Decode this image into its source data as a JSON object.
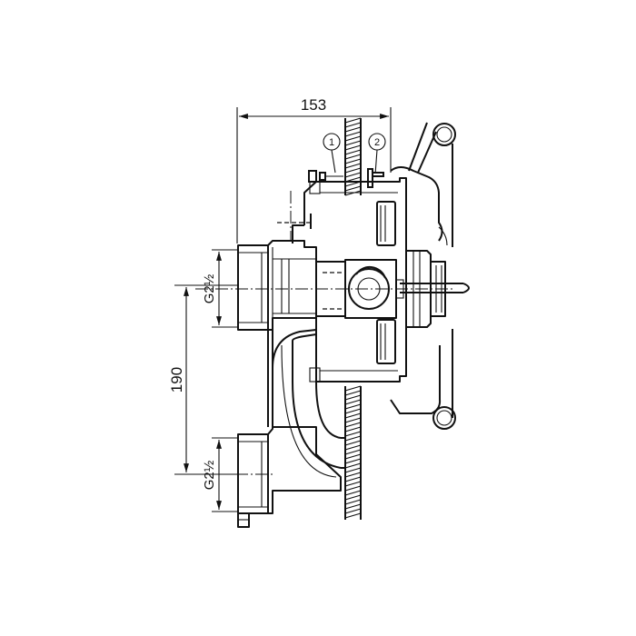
{
  "dimensions": {
    "width_label": "153",
    "height_label": "190",
    "thread_top_label": "G2½",
    "thread_bottom_label": "G2½"
  },
  "callouts": [
    {
      "label": "1"
    },
    {
      "label": "2"
    }
  ]
}
